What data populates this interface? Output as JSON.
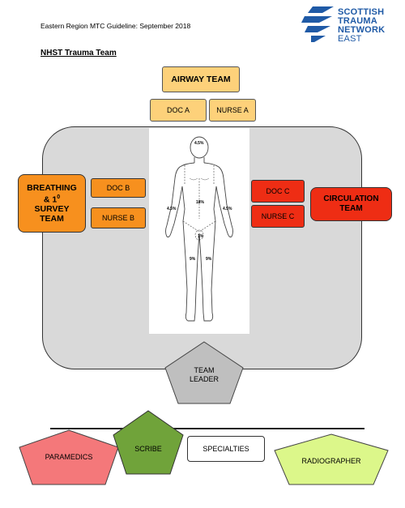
{
  "header": {
    "guideline_text": "Eastern Region MTC Guideline: September 2018",
    "logo_lines": [
      "SCOTTISH",
      "TRAUMA",
      "NETWORK",
      "EAST"
    ],
    "logo_color": "#1f5aa6"
  },
  "title": "NHST Trauma Team",
  "airway": {
    "team_label": "AIRWAY TEAM",
    "doc_label": "DOC A",
    "nurse_label": "NURSE A",
    "color": "#fdd17a"
  },
  "breathing": {
    "team_line1": "BREATHING",
    "team_line2_prefix": "& 1",
    "team_line2_sup": "0",
    "team_line3": "SURVEY",
    "team_line4": "TEAM",
    "doc_label": "DOC B",
    "nurse_label": "NURSE B",
    "color": "#f7901e"
  },
  "circulation": {
    "team_line1": "CIRCULATION",
    "team_line2": "TEAM",
    "doc_label": "DOC C",
    "nurse_label": "NURSE C",
    "color": "#ee2d14"
  },
  "body_diagram": {
    "head_pct": "4.5%",
    "torso_pct": "18%",
    "left_arm_pct": "4.5%",
    "right_arm_pct": "4.5%",
    "groin_pct": "1%",
    "left_leg_pct": "9%",
    "right_leg_pct": "9%"
  },
  "team_leader": {
    "line1": "TEAM",
    "line2": "LEADER",
    "color": "#bfbfbf"
  },
  "support": {
    "paramedics_label": "PARAMEDICS",
    "paramedics_color": "#f4787a",
    "scribe_label": "SCRIBE",
    "scribe_color": "#70a33a",
    "specialties_label": "SPECIALTIES",
    "radiographer_label": "RADIOGRAPHER",
    "radiographer_color": "#dcf78a"
  }
}
